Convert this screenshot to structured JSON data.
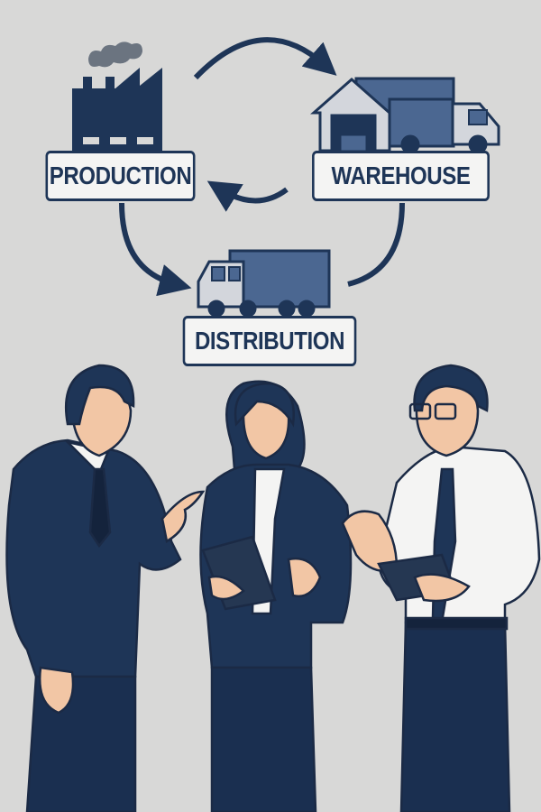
{
  "diagram": {
    "stages": [
      {
        "label": "PRODUCTION",
        "icon": "factory-icon"
      },
      {
        "label": "WAREHOUSE",
        "icon": "warehouse-icon"
      },
      {
        "label": "DISTRIBUTION",
        "icon": "truck-icon"
      }
    ],
    "flows": [
      {
        "from": "PRODUCTION",
        "to": "WAREHOUSE"
      },
      {
        "from": "WAREHOUSE",
        "to": "PRODUCTION"
      },
      {
        "from": "PRODUCTION",
        "to": "DISTRIBUTION"
      },
      {
        "from": "WAREHOUSE",
        "to": "DISTRIBUTION"
      }
    ]
  },
  "colors": {
    "navy": "#1e3557",
    "mid_blue": "#4b6791",
    "background": "#d8d8d7",
    "label_bg": "#f4f4f3",
    "skin": "#f2c6a5"
  }
}
